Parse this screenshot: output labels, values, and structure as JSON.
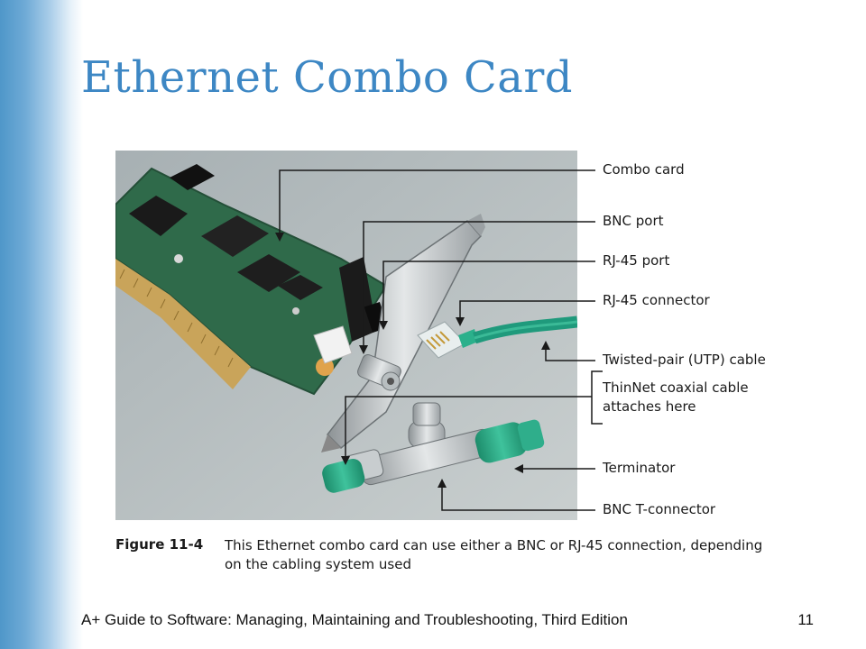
{
  "slide": {
    "title": "Ethernet Combo Card",
    "footer": "A+ Guide to Software: Managing, Maintaining and Troubleshooting, Third Edition",
    "page_number": "11"
  },
  "figure": {
    "number": "Figure 11-4",
    "caption_line1": "This Ethernet combo card can use either a BNC or RJ-45 connection, depending",
    "caption_line2": "on the cabling system used",
    "callouts": {
      "combo_card": "Combo card",
      "bnc_port": "BNC port",
      "rj45_port": "RJ-45 port",
      "rj45_connector": "RJ-45 connector",
      "utp_cable": "Twisted-pair (UTP) cable",
      "thinnet_line1": "ThinNet coaxial cable",
      "thinnet_line2": "attaches here",
      "terminator": "Terminator",
      "bnc_t_connector": "BNC T-connector"
    }
  },
  "colors": {
    "title": "#3d87c4",
    "sidebar": "#5b9fd0",
    "card_pcb": "#2f6a4a",
    "cable": "#1f9a7c"
  }
}
